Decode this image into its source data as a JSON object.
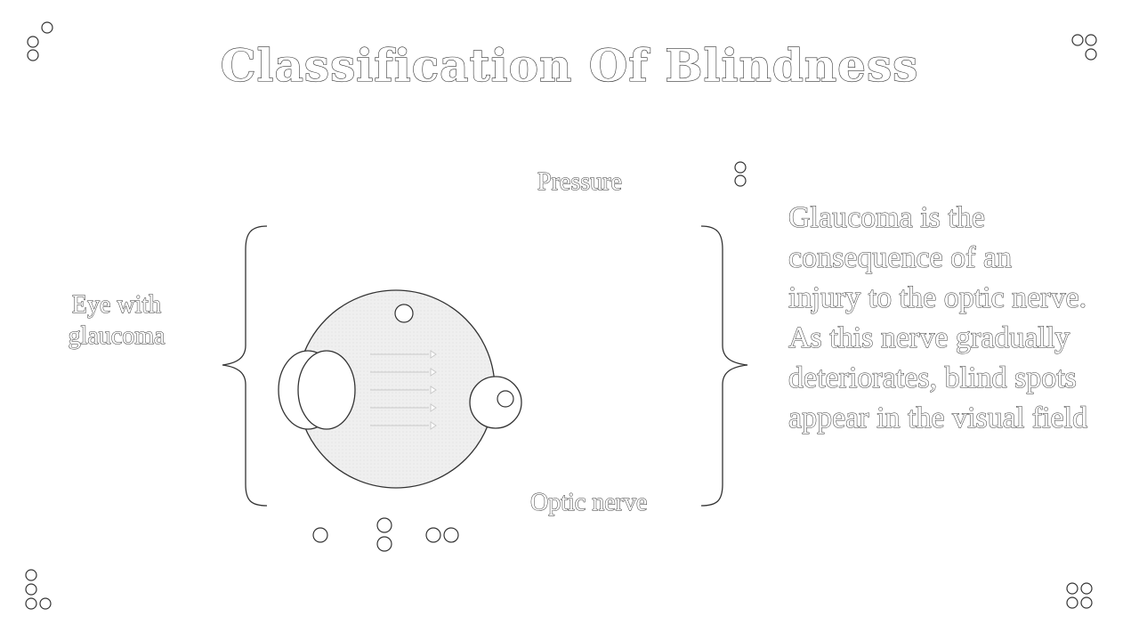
{
  "slide": {
    "title": "Classification Of Blindness"
  },
  "diagram": {
    "eye_label": "Eye with glaucoma",
    "pressure_label": "Pressure",
    "optic_nerve_label": "Optic nerve",
    "eyeball_fill": "#efefef",
    "stroke_color": "#333333"
  },
  "description": {
    "text": "Glaucoma is the consequence of an injury to the optic nerve. As this nerve gradually deteriorates, blind spots appear in the visual field"
  },
  "decorations": {
    "motif": "braille-dot-icon"
  }
}
